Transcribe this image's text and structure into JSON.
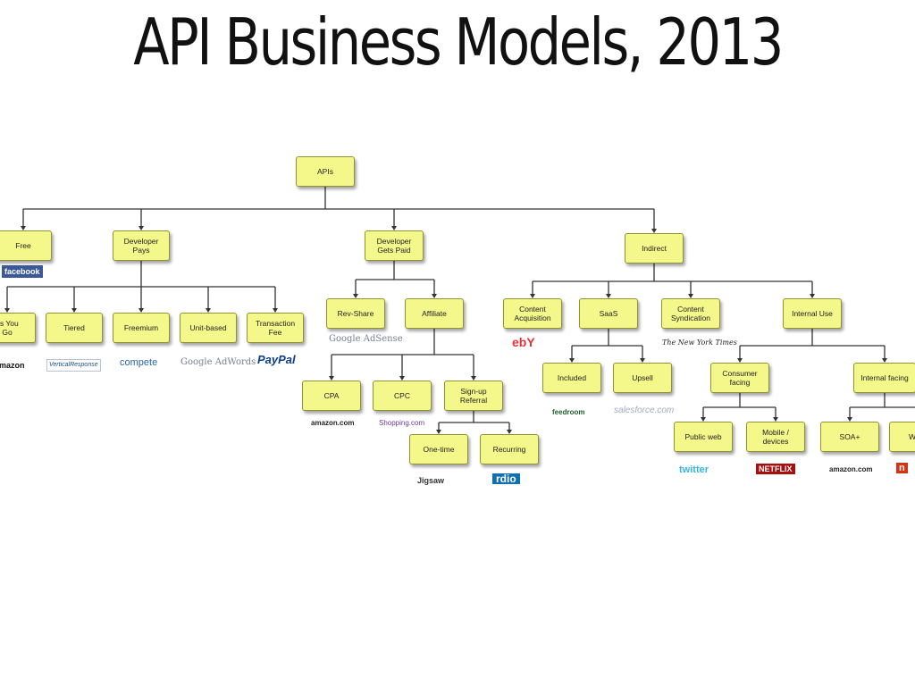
{
  "title": "API Business Models, 2013",
  "nodes": [
    {
      "id": "apis",
      "label": "APIs"
    },
    {
      "id": "free",
      "label": "Free"
    },
    {
      "id": "dev_pays",
      "label": "Developer\nPays"
    },
    {
      "id": "dev_paid",
      "label": "Developer\nGets Paid"
    },
    {
      "id": "indirect",
      "label": "Indirect"
    },
    {
      "id": "payg",
      "label": "as You\nGo"
    },
    {
      "id": "tiered",
      "label": "Tiered"
    },
    {
      "id": "freemium",
      "label": "Freemium"
    },
    {
      "id": "unit",
      "label": "Unit-based"
    },
    {
      "id": "txfee",
      "label": "Transaction\nFee"
    },
    {
      "id": "revshare",
      "label": "Rev-Share"
    },
    {
      "id": "affiliate",
      "label": "Affiliate"
    },
    {
      "id": "cpa",
      "label": "CPA"
    },
    {
      "id": "cpc",
      "label": "CPC"
    },
    {
      "id": "referral",
      "label": "Sign-up\nReferral"
    },
    {
      "id": "onetime",
      "label": "One-time"
    },
    {
      "id": "recurring",
      "label": "Recurring"
    },
    {
      "id": "content_acq",
      "label": "Content\nAcquisition"
    },
    {
      "id": "saas",
      "label": "SaaS"
    },
    {
      "id": "content_syn",
      "label": "Content\nSyndication"
    },
    {
      "id": "internal",
      "label": "Internal Use"
    },
    {
      "id": "included",
      "label": "Included"
    },
    {
      "id": "upsell",
      "label": "Upsell"
    },
    {
      "id": "consumer",
      "label": "Consumer\nfacing"
    },
    {
      "id": "intfacing",
      "label": "Internal facing"
    },
    {
      "id": "publicweb",
      "label": "Public web"
    },
    {
      "id": "mobile",
      "label": "Mobile /\ndevices"
    },
    {
      "id": "soa",
      "label": "SOA+"
    },
    {
      "id": "webapps",
      "label": "Web /"
    }
  ],
  "logos": [
    {
      "id": "facebook",
      "text": "facebook"
    },
    {
      "id": "amazon1",
      "text": "amazon"
    },
    {
      "id": "vr",
      "text": "VerticalResponse"
    },
    {
      "id": "compete",
      "text": "compete"
    },
    {
      "id": "adwords",
      "text": "Google AdWords"
    },
    {
      "id": "paypal",
      "text": "PayPal"
    },
    {
      "id": "adsense",
      "text": "Google AdSense"
    },
    {
      "id": "amazon2",
      "text": "amazon.com"
    },
    {
      "id": "shopping",
      "text": "Shopping.com"
    },
    {
      "id": "jigsaw",
      "text": "Jigsaw"
    },
    {
      "id": "rdio",
      "text": "rdio"
    },
    {
      "id": "ebay",
      "text": "ebY"
    },
    {
      "id": "nyt",
      "text": "The New York Times"
    },
    {
      "id": "feedroom",
      "text": "feedroom"
    },
    {
      "id": "salesforce",
      "text": "salesforce.com"
    },
    {
      "id": "twitter",
      "text": "twitter"
    },
    {
      "id": "netflix",
      "text": "NETFLIX"
    },
    {
      "id": "amazon3",
      "text": "amazon.com"
    },
    {
      "id": "nlogo",
      "text": "n"
    }
  ]
}
